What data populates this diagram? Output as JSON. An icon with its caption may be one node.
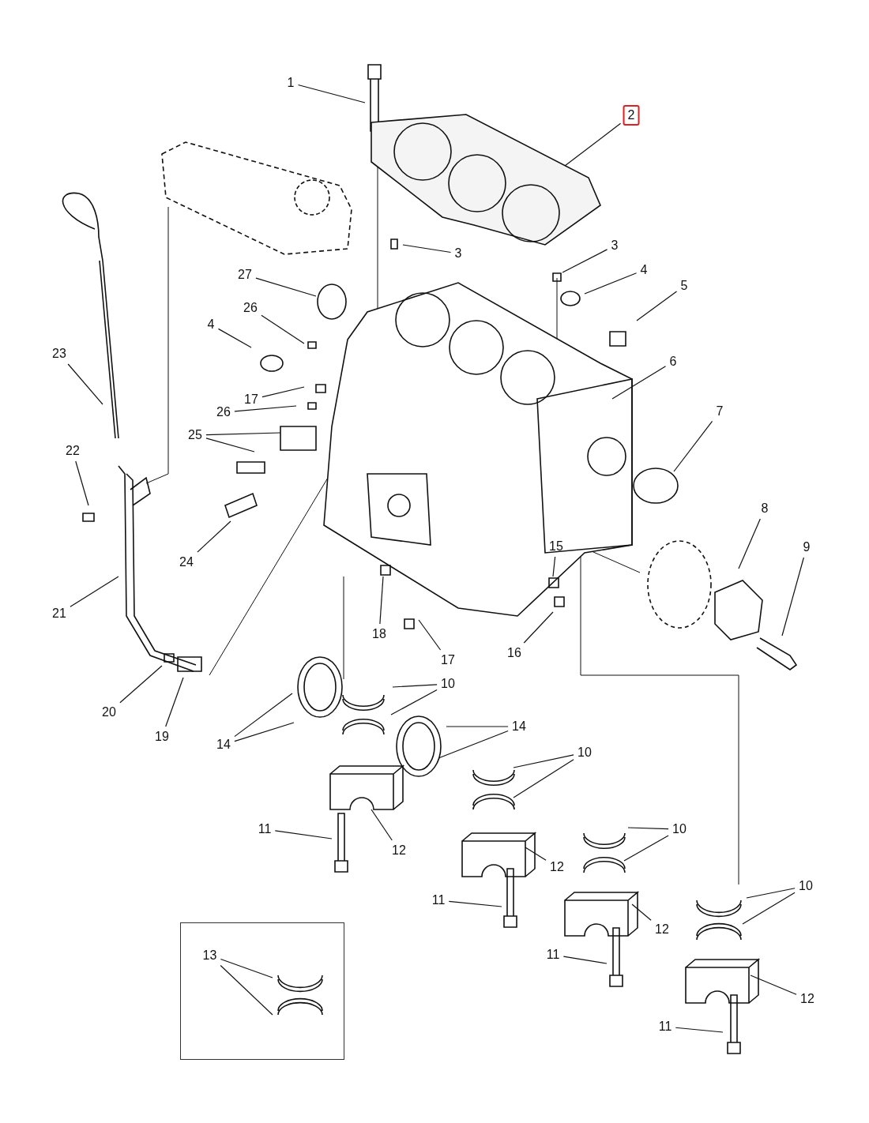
{
  "diagram": {
    "nodes": [
      {
        "text": [
          "1"
        ]
      },
      {
        "text": [
          "2"
        ]
      },
      {
        "text": [
          "3"
        ]
      },
      {
        "text": [
          "3"
        ]
      },
      {
        "text": [
          "27"
        ]
      },
      {
        "text": [
          "4"
        ]
      },
      {
        "text": [
          "5"
        ]
      },
      {
        "text": [
          "26"
        ]
      },
      {
        "text": [
          "4"
        ]
      },
      {
        "text": [
          "6"
        ]
      },
      {
        "text": [
          "17"
        ]
      },
      {
        "text": [
          "26"
        ]
      },
      {
        "text": [
          "25"
        ]
      },
      {
        "text": [
          "7"
        ]
      },
      {
        "text": [
          "23"
        ]
      },
      {
        "text": [
          "22"
        ]
      },
      {
        "text": [
          "24"
        ]
      },
      {
        "text": [
          "8"
        ]
      },
      {
        "text": [
          "9"
        ]
      },
      {
        "text": [
          "15"
        ]
      },
      {
        "text": [
          "21"
        ]
      },
      {
        "text": [
          "18"
        ]
      },
      {
        "text": [
          "17"
        ]
      },
      {
        "text": [
          "16"
        ]
      },
      {
        "text": [
          "20"
        ]
      },
      {
        "text": [
          "19"
        ]
      },
      {
        "text": [
          "10"
        ]
      },
      {
        "text": [
          "14"
        ]
      },
      {
        "text": [
          "14"
        ]
      },
      {
        "text": [
          "10"
        ]
      },
      {
        "text": [
          "11"
        ]
      },
      {
        "text": [
          "12"
        ]
      },
      {
        "text": [
          "12"
        ]
      },
      {
        "text": [
          "10"
        ]
      },
      {
        "text": [
          "11"
        ]
      },
      {
        "text": [
          "12"
        ]
      },
      {
        "text": [
          "10"
        ]
      },
      {
        "text": [
          "11"
        ]
      },
      {
        "text": [
          "12"
        ]
      },
      {
        "text": [
          "11"
        ]
      },
      {
        "text": [],
        "shape": "box"
      },
      {
        "text": [
          "13"
        ],
        "in": 40
      }
    ],
    "edges": [
      {
        "from": 0,
        "to": null,
        "arrow": "none"
      },
      {
        "from": 1,
        "to": null,
        "arrow": "none"
      },
      {
        "from": 2,
        "to": null,
        "arrow": "none"
      },
      {
        "from": 3,
        "to": null,
        "arrow": "none"
      },
      {
        "from": 4,
        "to": null,
        "arrow": "none"
      },
      {
        "from": 5,
        "to": null,
        "arrow": "none"
      },
      {
        "from": 6,
        "to": null,
        "arrow": "none"
      },
      {
        "from": 7,
        "to": null,
        "arrow": "none"
      },
      {
        "from": 8,
        "to": null,
        "arrow": "none"
      },
      {
        "from": 9,
        "to": null,
        "arrow": "none"
      },
      {
        "from": 10,
        "to": null,
        "arrow": "none"
      },
      {
        "from": 11,
        "to": null,
        "arrow": "none"
      },
      {
        "from": 12,
        "to": null,
        "arrow": "none"
      },
      {
        "from": 12,
        "to": null,
        "arrow": "none"
      },
      {
        "from": 13,
        "to": null,
        "arrow": "none"
      },
      {
        "from": 14,
        "to": null,
        "arrow": "none"
      },
      {
        "from": 15,
        "to": null,
        "arrow": "none"
      },
      {
        "from": 16,
        "to": null,
        "arrow": "none"
      },
      {
        "from": 17,
        "to": null,
        "arrow": "none"
      },
      {
        "from": 18,
        "to": null,
        "arrow": "none"
      },
      {
        "from": 19,
        "to": null,
        "arrow": "none"
      },
      {
        "from": 20,
        "to": null,
        "arrow": "none"
      },
      {
        "from": 21,
        "to": null,
        "arrow": "none"
      },
      {
        "from": 22,
        "to": null,
        "arrow": "none"
      },
      {
        "from": 23,
        "to": null,
        "arrow": "none"
      },
      {
        "from": 24,
        "to": null,
        "arrow": "none"
      },
      {
        "from": 25,
        "to": null,
        "arrow": "none"
      },
      {
        "from": 26,
        "to": null,
        "arrow": "none"
      },
      {
        "from": 26,
        "to": null,
        "arrow": "none"
      },
      {
        "from": 27,
        "to": null,
        "arrow": "none"
      },
      {
        "from": 27,
        "to": null,
        "arrow": "none"
      },
      {
        "from": 28,
        "to": null,
        "arrow": "none"
      },
      {
        "from": 28,
        "to": null,
        "arrow": "none"
      },
      {
        "from": 29,
        "to": null,
        "arrow": "none"
      },
      {
        "from": 29,
        "to": null,
        "arrow": "none"
      },
      {
        "from": 30,
        "to": null,
        "arrow": "none"
      },
      {
        "from": 31,
        "to": null,
        "arrow": "none"
      },
      {
        "from": 32,
        "to": null,
        "arrow": "none"
      },
      {
        "from": 33,
        "to": null,
        "arrow": "none"
      },
      {
        "from": 33,
        "to": null,
        "arrow": "none"
      },
      {
        "from": 34,
        "to": null,
        "arrow": "none"
      },
      {
        "from": 35,
        "to": null,
        "arrow": "none"
      },
      {
        "from": 36,
        "to": null,
        "arrow": "none"
      },
      {
        "from": 36,
        "to": null,
        "arrow": "none"
      },
      {
        "from": 37,
        "to": null,
        "arrow": "none"
      },
      {
        "from": 38,
        "to": null,
        "arrow": "none"
      },
      {
        "from": 39,
        "to": null,
        "arrow": "none"
      },
      {
        "from": 41,
        "to": null,
        "arrow": "none"
      },
      {
        "from": 41,
        "to": null,
        "arrow": "none"
      }
    ]
  }
}
